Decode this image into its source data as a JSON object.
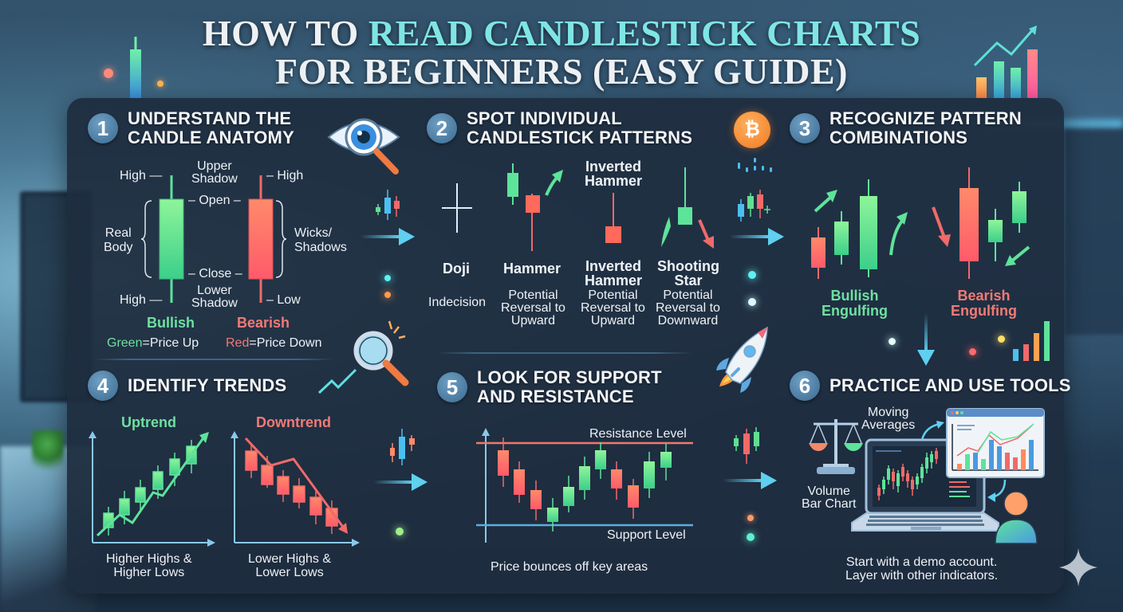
{
  "title": {
    "line1_plain": "HOW TO ",
    "line1_accent": "READ CANDLESTICK CHARTS",
    "line2": "FOR BEGINNERS (EASY GUIDE)"
  },
  "colors": {
    "bullish": "#6fe0a0",
    "bearish": "#f27a75",
    "accent": "#7fe5e4",
    "panel": "#1e2c3e",
    "step_badge": "#4b7aa0"
  },
  "steps": [
    {
      "number": "1",
      "title_line1": "UNDERSTAND THE",
      "title_line2": "CANDLE ANATOMY",
      "labels": {
        "high_left_top": "High —",
        "upper_shadow": "Upper\nShadow",
        "high_right_top": "– High",
        "open": "– Open –",
        "real_body": "Real\nBody",
        "wicks_shadows": "Wicks/\nShadows",
        "close": "– Close –",
        "high_left_bottom": "High —",
        "lower_shadow": "Lower\nShadow",
        "low_right": "– Low",
        "bullish": "Bullish",
        "bearish": "Bearish",
        "green_word": "Green",
        "green_rest": "=Price Up",
        "red_word": "Red",
        "red_rest": "=Price Down"
      },
      "icon": "eye-magnifier-icon"
    },
    {
      "number": "2",
      "title_line1": "SPOT INDIVIDUAL",
      "title_line2": "CANDLESTICK PATTERNS",
      "patterns": [
        {
          "name": "Doji",
          "meaning": "Indecision"
        },
        {
          "name": "Hammer",
          "meaning": "Potential\nReversal to\nUpward"
        },
        {
          "name": "Inverted\nHammer",
          "meaning": "Potential\nReversal to\nUpward"
        },
        {
          "name": "Shooting\nStar",
          "meaning": "Potential\nReversal to\nDownward"
        }
      ],
      "inverted_hammer_top_label": "Inverted\nHammer",
      "icon": "bitcoin-icon"
    },
    {
      "number": "3",
      "title_line1": "RECOGNIZE PATTERN",
      "title_line2": "COMBINATIONS",
      "bullish_label": "Bullish\nEngulfing",
      "bearish_label": "Bearish\nEngulfing"
    },
    {
      "number": "4",
      "title_line1": "IDENTIFY TRENDS",
      "uptrend_label": "Uptrend",
      "downtrend_label": "Downtrend",
      "uptrend_caption": "Higher Highs &\nHigher Lows",
      "downtrend_caption": "Lower Highs &\nLower Lows",
      "icon": "magnifier-icon"
    },
    {
      "number": "5",
      "title_line1": "LOOK FOR SUPPORT",
      "title_line2": "AND RESISTANCE",
      "resistance_label": "Resistance Level",
      "support_label": "Support Level",
      "caption": "Price bounces off key areas",
      "icon": "rocket-icon"
    },
    {
      "number": "6",
      "title_line1": "PRACTICE AND USE TOOLS",
      "moving_averages": "Moving\nAverages",
      "volume_bar_chart": "Volume\nBar Chart",
      "caption": "Start with a demo account.\nLayer with other indicators.",
      "icons": [
        "scale-icon",
        "laptop-chart-icon",
        "chart-window-icon",
        "user-icon"
      ]
    }
  ],
  "corner_icon": "sparkle-icon"
}
